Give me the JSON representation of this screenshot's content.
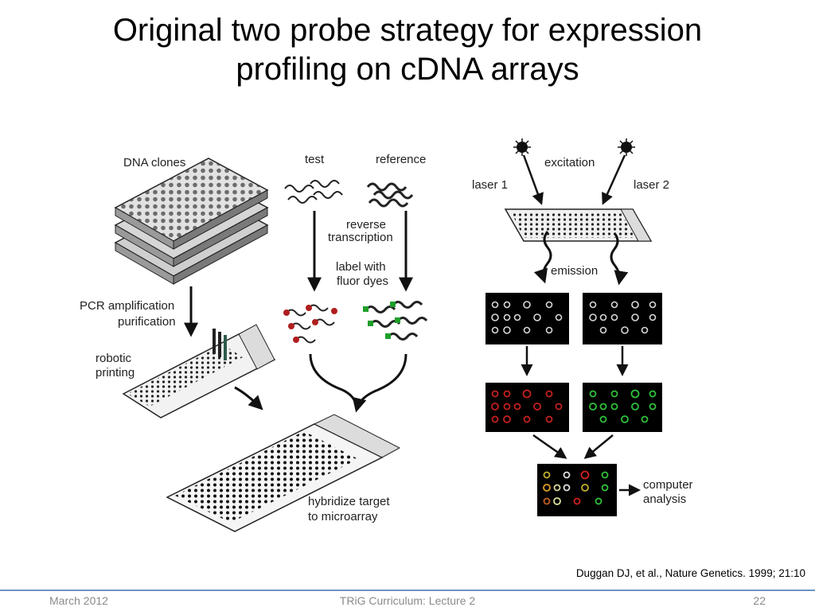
{
  "slide": {
    "title_line1": "Original two probe strategy for expression",
    "title_line2": "profiling on cDNA arrays"
  },
  "diagram": {
    "labels": {
      "dna_clones": "DNA clones",
      "pcr_line1": "PCR amplification",
      "pcr_line2": "purification",
      "robotic_line1": "robotic",
      "robotic_line2": "printing",
      "test": "test",
      "reference": "reference",
      "reverse_line1": "reverse",
      "reverse_line2": "transcription",
      "label_line1": "label with",
      "label_line2": "fluor dyes",
      "hybridize_line1": "hybridize target",
      "hybridize_line2": "to microarray",
      "excitation": "excitation",
      "laser1": "laser 1",
      "laser2": "laser 2",
      "emission": "emission",
      "computer_line1": "computer",
      "computer_line2": "analysis"
    },
    "colors": {
      "dye1": "#b01e1e",
      "dye2": "#1f9e2a",
      "scan_bg": "#000000"
    }
  },
  "citation": "Duggan DJ, et al., Nature Genetics. 1999; 21:10",
  "footer": {
    "date": "March 2012",
    "course": "TRiG Curriculum: Lecture 2",
    "page": "22"
  }
}
